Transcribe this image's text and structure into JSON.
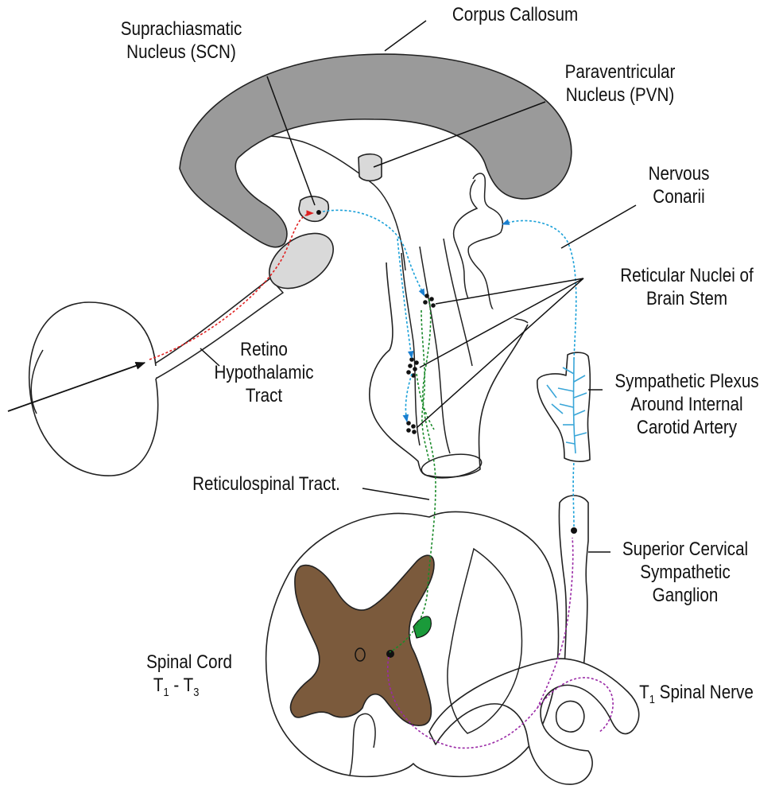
{
  "labels": {
    "corpus_callosum": "Corpus Callosum",
    "scn_line1": "Suprachiasmatic",
    "scn_line2": "Nucleus (SCN)",
    "pvn_line1": "Paraventricular",
    "pvn_line2": "Nucleus (PVN)",
    "nervous_line1": "Nervous",
    "nervous_line2": "Conarii",
    "reticular_line1": "Reticular Nuclei of",
    "reticular_line2": "Brain Stem",
    "retino_line1": "Retino",
    "retino_line2": "Hypothalamic",
    "retino_line3": "Tract",
    "plexus_line1": "Sympathetic Plexus",
    "plexus_line2": "Around Internal",
    "plexus_line3": "Carotid Artery",
    "reticulospinal": "Reticulospinal Tract.",
    "ganglion_line1": "Superior Cervical",
    "ganglion_line2": "Sympathetic",
    "ganglion_line3": "Ganglion",
    "spinal_cord_line1": "Spinal Cord",
    "spinal_cord_t_start": "T",
    "spinal_cord_sub_start": "1",
    "spinal_cord_dash": " - T",
    "spinal_cord_sub_end": "3",
    "spinal_nerve_t": "T",
    "spinal_nerve_sub": "1",
    "spinal_nerve_rest": " Spinal Nerve"
  },
  "colors": {
    "corpus_callosum": "#9a9a9a",
    "nucleus_fill": "#d9d9d9",
    "grey_matter": "#7b5a3c",
    "retinohypothalamic_path": "#e02020",
    "scn_output_path": "#1aa0d8",
    "reticulospinal_path": "#1a8a2a",
    "preganglionic_path": "#9a2aa6"
  }
}
